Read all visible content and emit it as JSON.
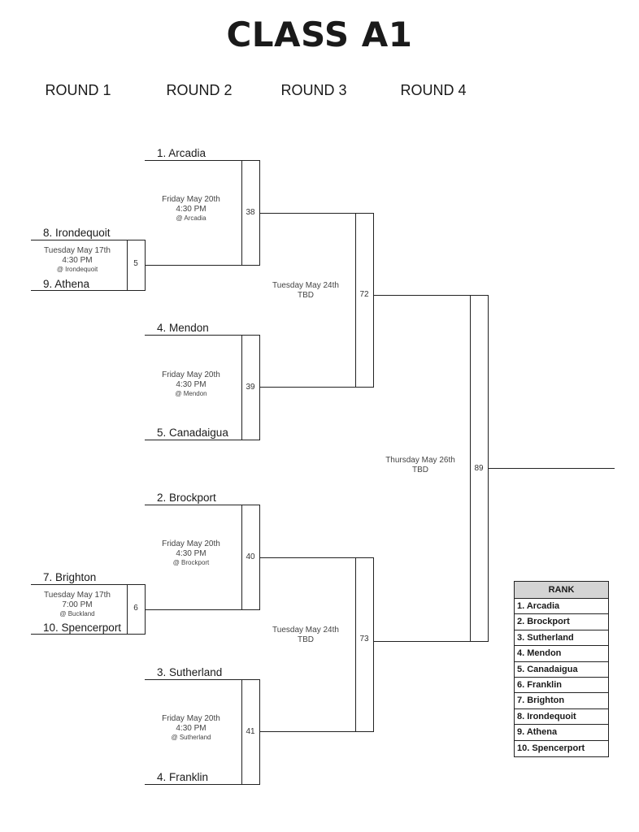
{
  "title": "CLASS A1",
  "rounds": [
    "ROUND 1",
    "ROUND 2",
    "ROUND 3",
    "ROUND 4"
  ],
  "round1": [
    {
      "top": "8. Irondequoit",
      "bottom": "9. Athena",
      "date": "Tuesday May 17th",
      "time": "4:30 PM",
      "venue": "@ Irondequoit",
      "game": "5"
    },
    {
      "top": "7. Brighton",
      "bottom": "10. Spencerport",
      "date": "Tuesday May 17th",
      "time": "7:00 PM",
      "venue": "@ Buckland",
      "game": "6"
    }
  ],
  "round2": [
    {
      "top": "1. Arcadia",
      "date": "Friday May 20th",
      "time": "4:30 PM",
      "venue": "@ Arcadia",
      "game": "38"
    },
    {
      "top": "4. Mendon",
      "bottom": "5. Canadaigua",
      "date": "Friday May 20th",
      "time": "4:30 PM",
      "venue": "@ Mendon",
      "game": "39"
    },
    {
      "top": "2. Brockport",
      "date": "Friday May 20th",
      "time": "4:30 PM",
      "venue": "@ Brockport",
      "game": "40"
    },
    {
      "top": "3. Sutherland",
      "bottom": "4. Franklin",
      "date": "Friday May 20th",
      "time": "4:30 PM",
      "venue": "@ Sutherland",
      "game": "41"
    }
  ],
  "round3": [
    {
      "date": "Tuesday May 24th",
      "time": "TBD",
      "game": "72"
    },
    {
      "date": "Tuesday May 24th",
      "time": "TBD",
      "game": "73"
    }
  ],
  "round4": {
    "date": "Thursday May 26th",
    "time": "TBD",
    "game": "89"
  },
  "rank": {
    "header": "RANK",
    "items": [
      "1. Arcadia",
      "2. Brockport",
      "3. Sutherland",
      "4. Mendon",
      "5. Canadaigua",
      "6. Franklin",
      "7. Brighton",
      "8. Irondequoit",
      "9. Athena",
      "10. Spencerport"
    ]
  }
}
